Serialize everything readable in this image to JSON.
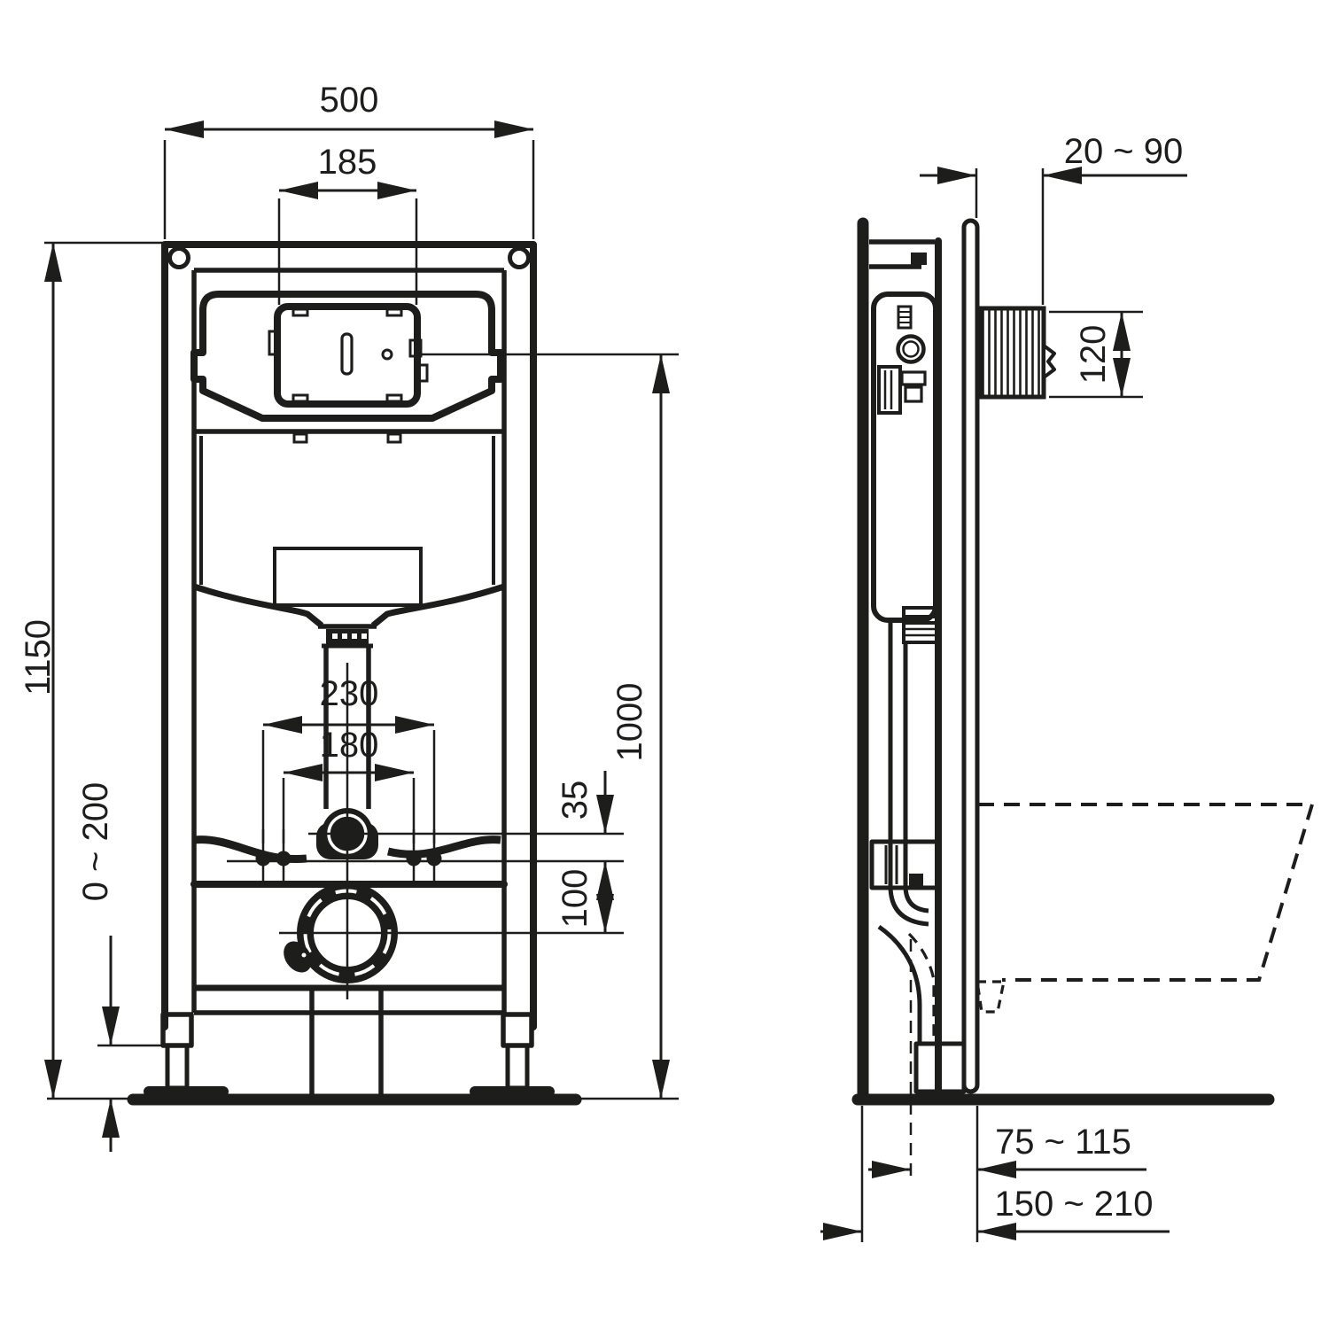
{
  "meta": {
    "type": "technical-dimension-drawing",
    "subject": "concealed cistern installation frame for wall-hung WC, front and side views",
    "background_color": "#ffffff",
    "line_color": "#1d1d1b",
    "views": {
      "left": "front-elevation",
      "right": "side-elevation"
    }
  },
  "dims": {
    "frame_width": "500",
    "plate_opening_width": "185",
    "frame_height": "1150",
    "foot_adjust_range": "0 ~ 200",
    "fixing_spacing_outer": "230",
    "fixing_spacing_inner": "180",
    "inlet_to_fixings": "35",
    "fixings_to_outlet": "100",
    "top_fixing_height": "1000",
    "finished_wall_range": "20 ~ 90",
    "duct_height": "120",
    "outlet_axis_to_front_range": "75 ~ 115",
    "wall_to_front_range": "150 ~ 210"
  }
}
